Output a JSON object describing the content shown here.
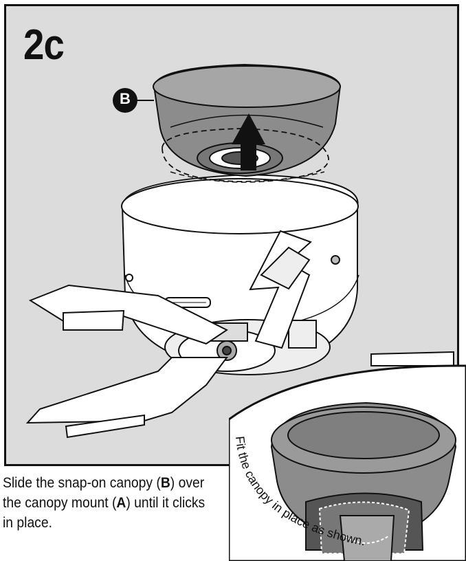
{
  "step": {
    "label": "2c"
  },
  "callouts": {
    "canopy": "B"
  },
  "caption": {
    "part1": "Slide the snap-on canopy (",
    "b_letter": "B",
    "part2": ") over the canopy mount (",
    "a_letter": "A",
    "part3": ") until it clicks in place."
  },
  "inset": {
    "note": "Fit the canopy in place as shown."
  },
  "colors": {
    "panel_bg": "#dcdcdc",
    "outline": "#111111",
    "canopy_grey": "#8c8c8c",
    "body_white": "#ffffff"
  }
}
